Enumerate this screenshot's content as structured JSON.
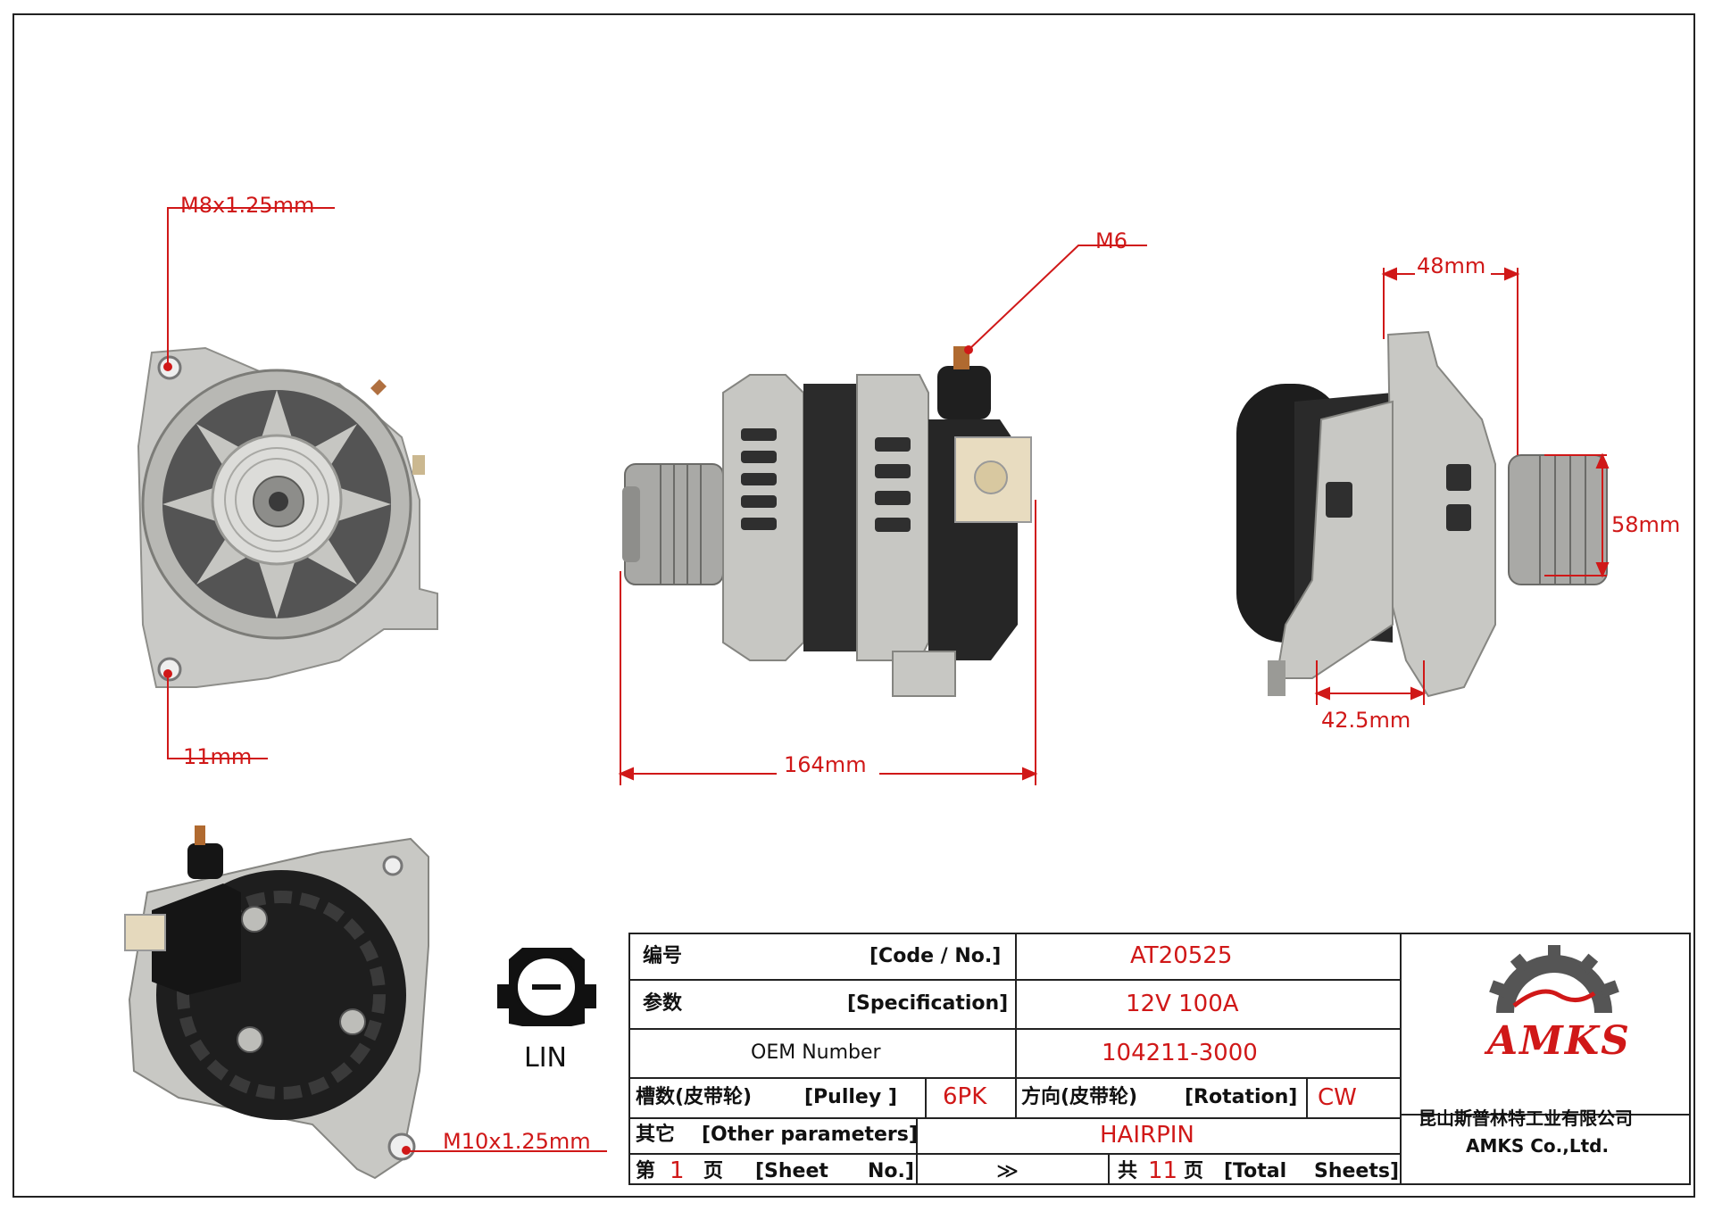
{
  "dimensions": {
    "thread_top": "M8x1.25mm",
    "hole_bottom": "11mm",
    "terminal": "M6",
    "length": "164mm",
    "width_48": "48mm",
    "pulley_dia": "58mm",
    "mount_width": "42.5mm",
    "thread_bottom": "M10x1.25mm"
  },
  "connector": {
    "label": "LIN"
  },
  "title_block": {
    "code": {
      "cn": "编号",
      "en": "[Code / No.]",
      "value": "AT20525"
    },
    "spec": {
      "cn": "参数",
      "en": "[Specification]",
      "value": "12V 100A"
    },
    "oem": {
      "label": "OEM Number",
      "value": "104211-3000"
    },
    "pulley": {
      "cn": "槽数(皮带轮)",
      "en": "[Pulley ]",
      "value": "6PK"
    },
    "rotation": {
      "cn": "方向(皮带轮)",
      "en": "[Rotation]",
      "value": "CW"
    },
    "other": {
      "cn": "其它",
      "en": "[Other parameters]",
      "value": "HAIRPIN"
    },
    "sheet": {
      "cn_prefix": "第",
      "number": "1",
      "cn_suffix": "页",
      "en": "[Sheet",
      "en2": "No.]",
      "arrow": "≫",
      "total_cn": "共",
      "total": "11",
      "total_suffix": "页",
      "total_en": "[Total",
      "total_en2": "Sheets]"
    }
  },
  "company": {
    "logo": "AMKS",
    "name_cn": "昆山斯普林特工业有限公司",
    "name_en": "AMKS Co.,Ltd."
  },
  "colors": {
    "dimension": "#d01818",
    "line": "#222222"
  }
}
